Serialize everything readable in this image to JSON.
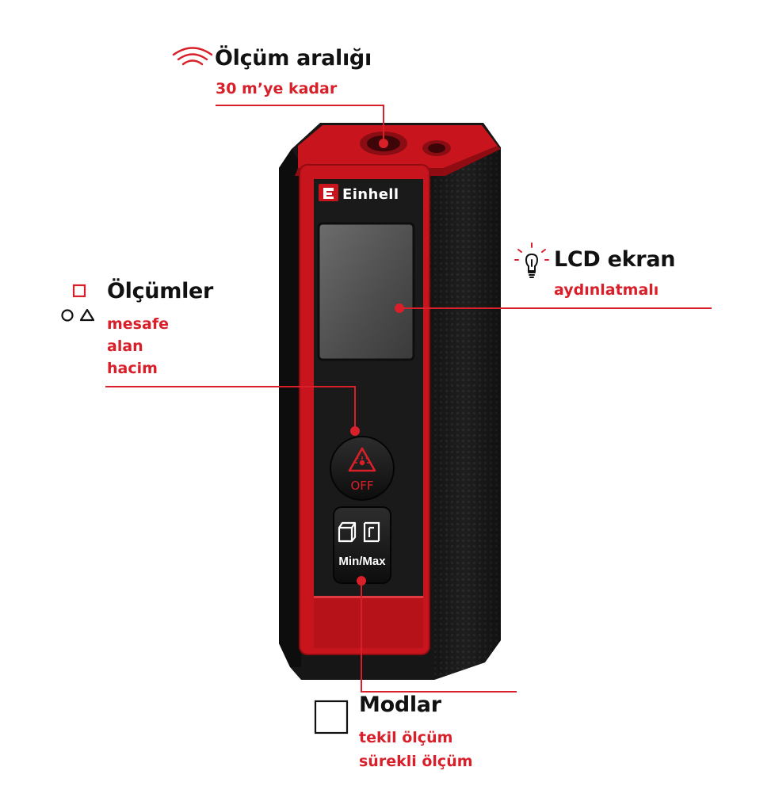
{
  "colors": {
    "accent": "#d9202a",
    "text": "#111111",
    "device_body": "#1b1b1b",
    "device_red": "#c8141d"
  },
  "callouts": {
    "range": {
      "icon": "wireless-signal-icon",
      "title": "Ölçüm aralığı",
      "subtitle": "30 m’ye kadar"
    },
    "lcd": {
      "icon": "backlight-bulb-icon",
      "title": "LCD ekran",
      "subtitle": "aydınlatmalı"
    },
    "measurements": {
      "icon": "shapes-icon",
      "title": "Ölçümler",
      "items": [
        "mesafe",
        "alan",
        "hacim"
      ]
    },
    "modes": {
      "icon": "square-outline-icon",
      "title": "Modlar",
      "items": [
        "tekil ölçüm",
        "sürekli ölçüm"
      ]
    }
  },
  "device": {
    "brand": "Einhell",
    "power_button_label": "OFF",
    "mode_button_label": "Min/Max"
  }
}
